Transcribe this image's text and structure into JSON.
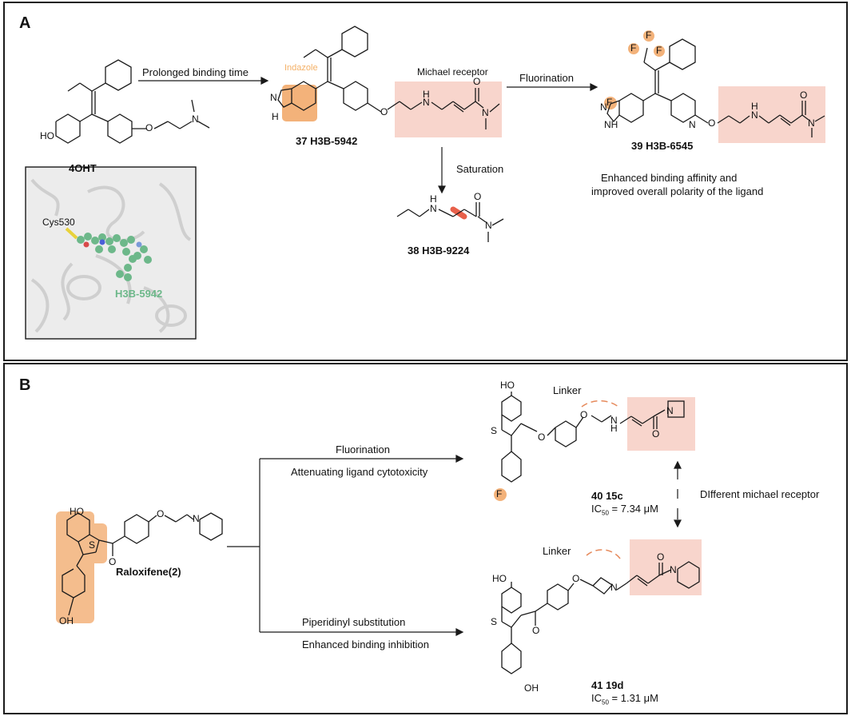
{
  "panel_a": {
    "letter": "A",
    "compound_4oht": "4OHT",
    "arrow_prolonged": "Prolonged binding time",
    "indazole_label": "Indazole",
    "michael_receptor_label": "Michael receptor",
    "compound_37": "37 H3B-5942",
    "arrow_fluorination": "Fluorination",
    "compound_39": "39 H3B-6545",
    "arrow_saturation": "Saturation",
    "compound_38": "38 H3B-9224",
    "enhanced_line1": "Enhanced binding affinity and",
    "enhanced_line2": "improved overall polarity of the ligand",
    "inset": {
      "cys_label": "Cys530",
      "ligand_label": "H3B-5942"
    }
  },
  "panel_b": {
    "letter": "B",
    "raloxifene_label": "Raloxifene(2)",
    "upper_arrow_top": "Fluorination",
    "upper_arrow_bottom": "Attenuating ligand cytotoxicity",
    "lower_arrow_top": "Piperidinyl substitution",
    "lower_arrow_bottom": "Enhanced binding inhibition",
    "linker_upper": "Linker",
    "linker_lower": "Linker",
    "compound_40": "40 15c",
    "ic50_40_value": "= 7.34 μM",
    "compound_41": "41 19d",
    "ic50_41_value": "= 1.31 μM",
    "different_receptor": "DIfferent michael receptor"
  },
  "atoms": {
    "HO": "HO",
    "OH": "OH",
    "O": "O",
    "N": "N",
    "H": "H",
    "NH": "NH",
    "S": "S",
    "F": "F",
    "N_eq": "N="
  },
  "colors": {
    "highlight_orange": "#f3b27a",
    "highlight_orange_light": "#f9d4b0",
    "michael_box": "#f8d5cc",
    "indazole_text": "#f4b066",
    "ligand_green": "#6db88a",
    "saturation_red": "#e8604a",
    "linker_dash": "#e68a5c"
  }
}
